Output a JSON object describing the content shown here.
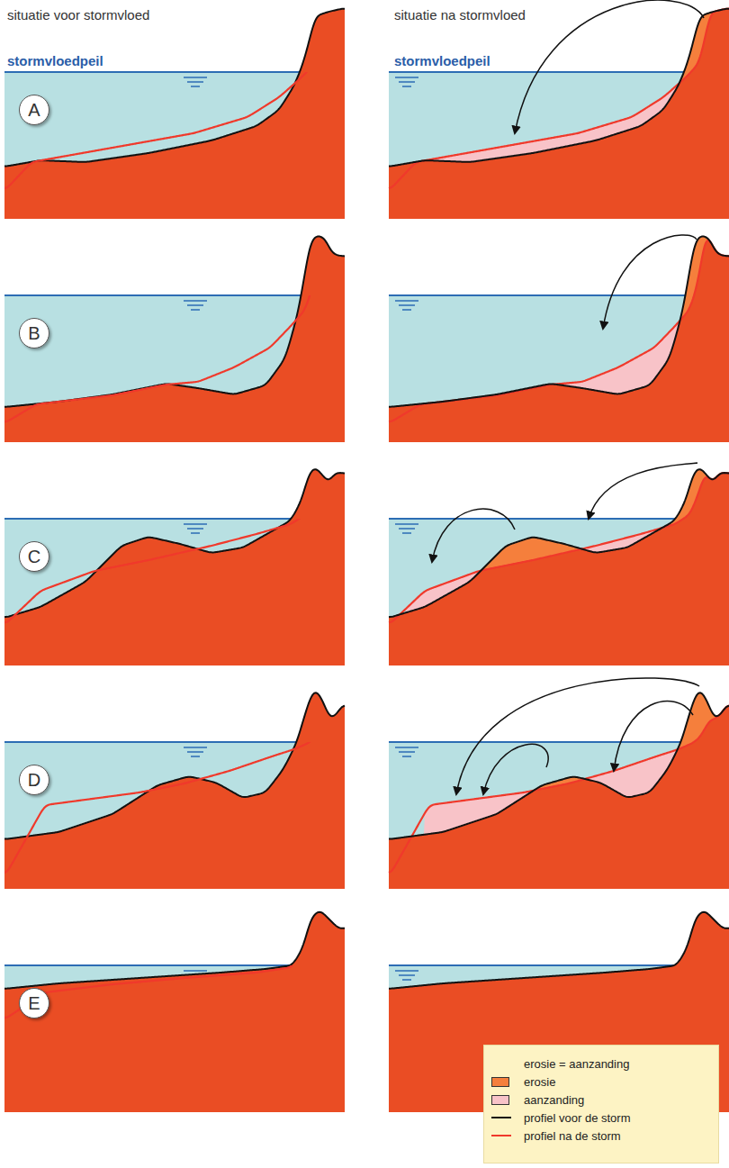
{
  "diagram": {
    "nodes": [
      {
        "text": [
          "A"
        ]
      },
      {
        "text": [
          "B"
        ]
      },
      {
        "text": [
          "C"
        ]
      },
      {
        "text": [
          "D"
        ]
      },
      {
        "text": [
          "E"
        ]
      }
    ],
    "labels": [
      "situatie voor stormvloed",
      "situatie na stormvloed",
      "stormvloedpeil",
      "stormvloedpeil"
    ],
    "legend": [
      {
        "text": "erosie = aanzanding"
      },
      {
        "text": "erosie",
        "color": "#f57f3c"
      },
      {
        "text": "aanzanding",
        "color": "#f8c3c8"
      },
      {
        "text": "profiel voor de storm"
      },
      {
        "text": "profiel na de storm"
      }
    ]
  }
}
